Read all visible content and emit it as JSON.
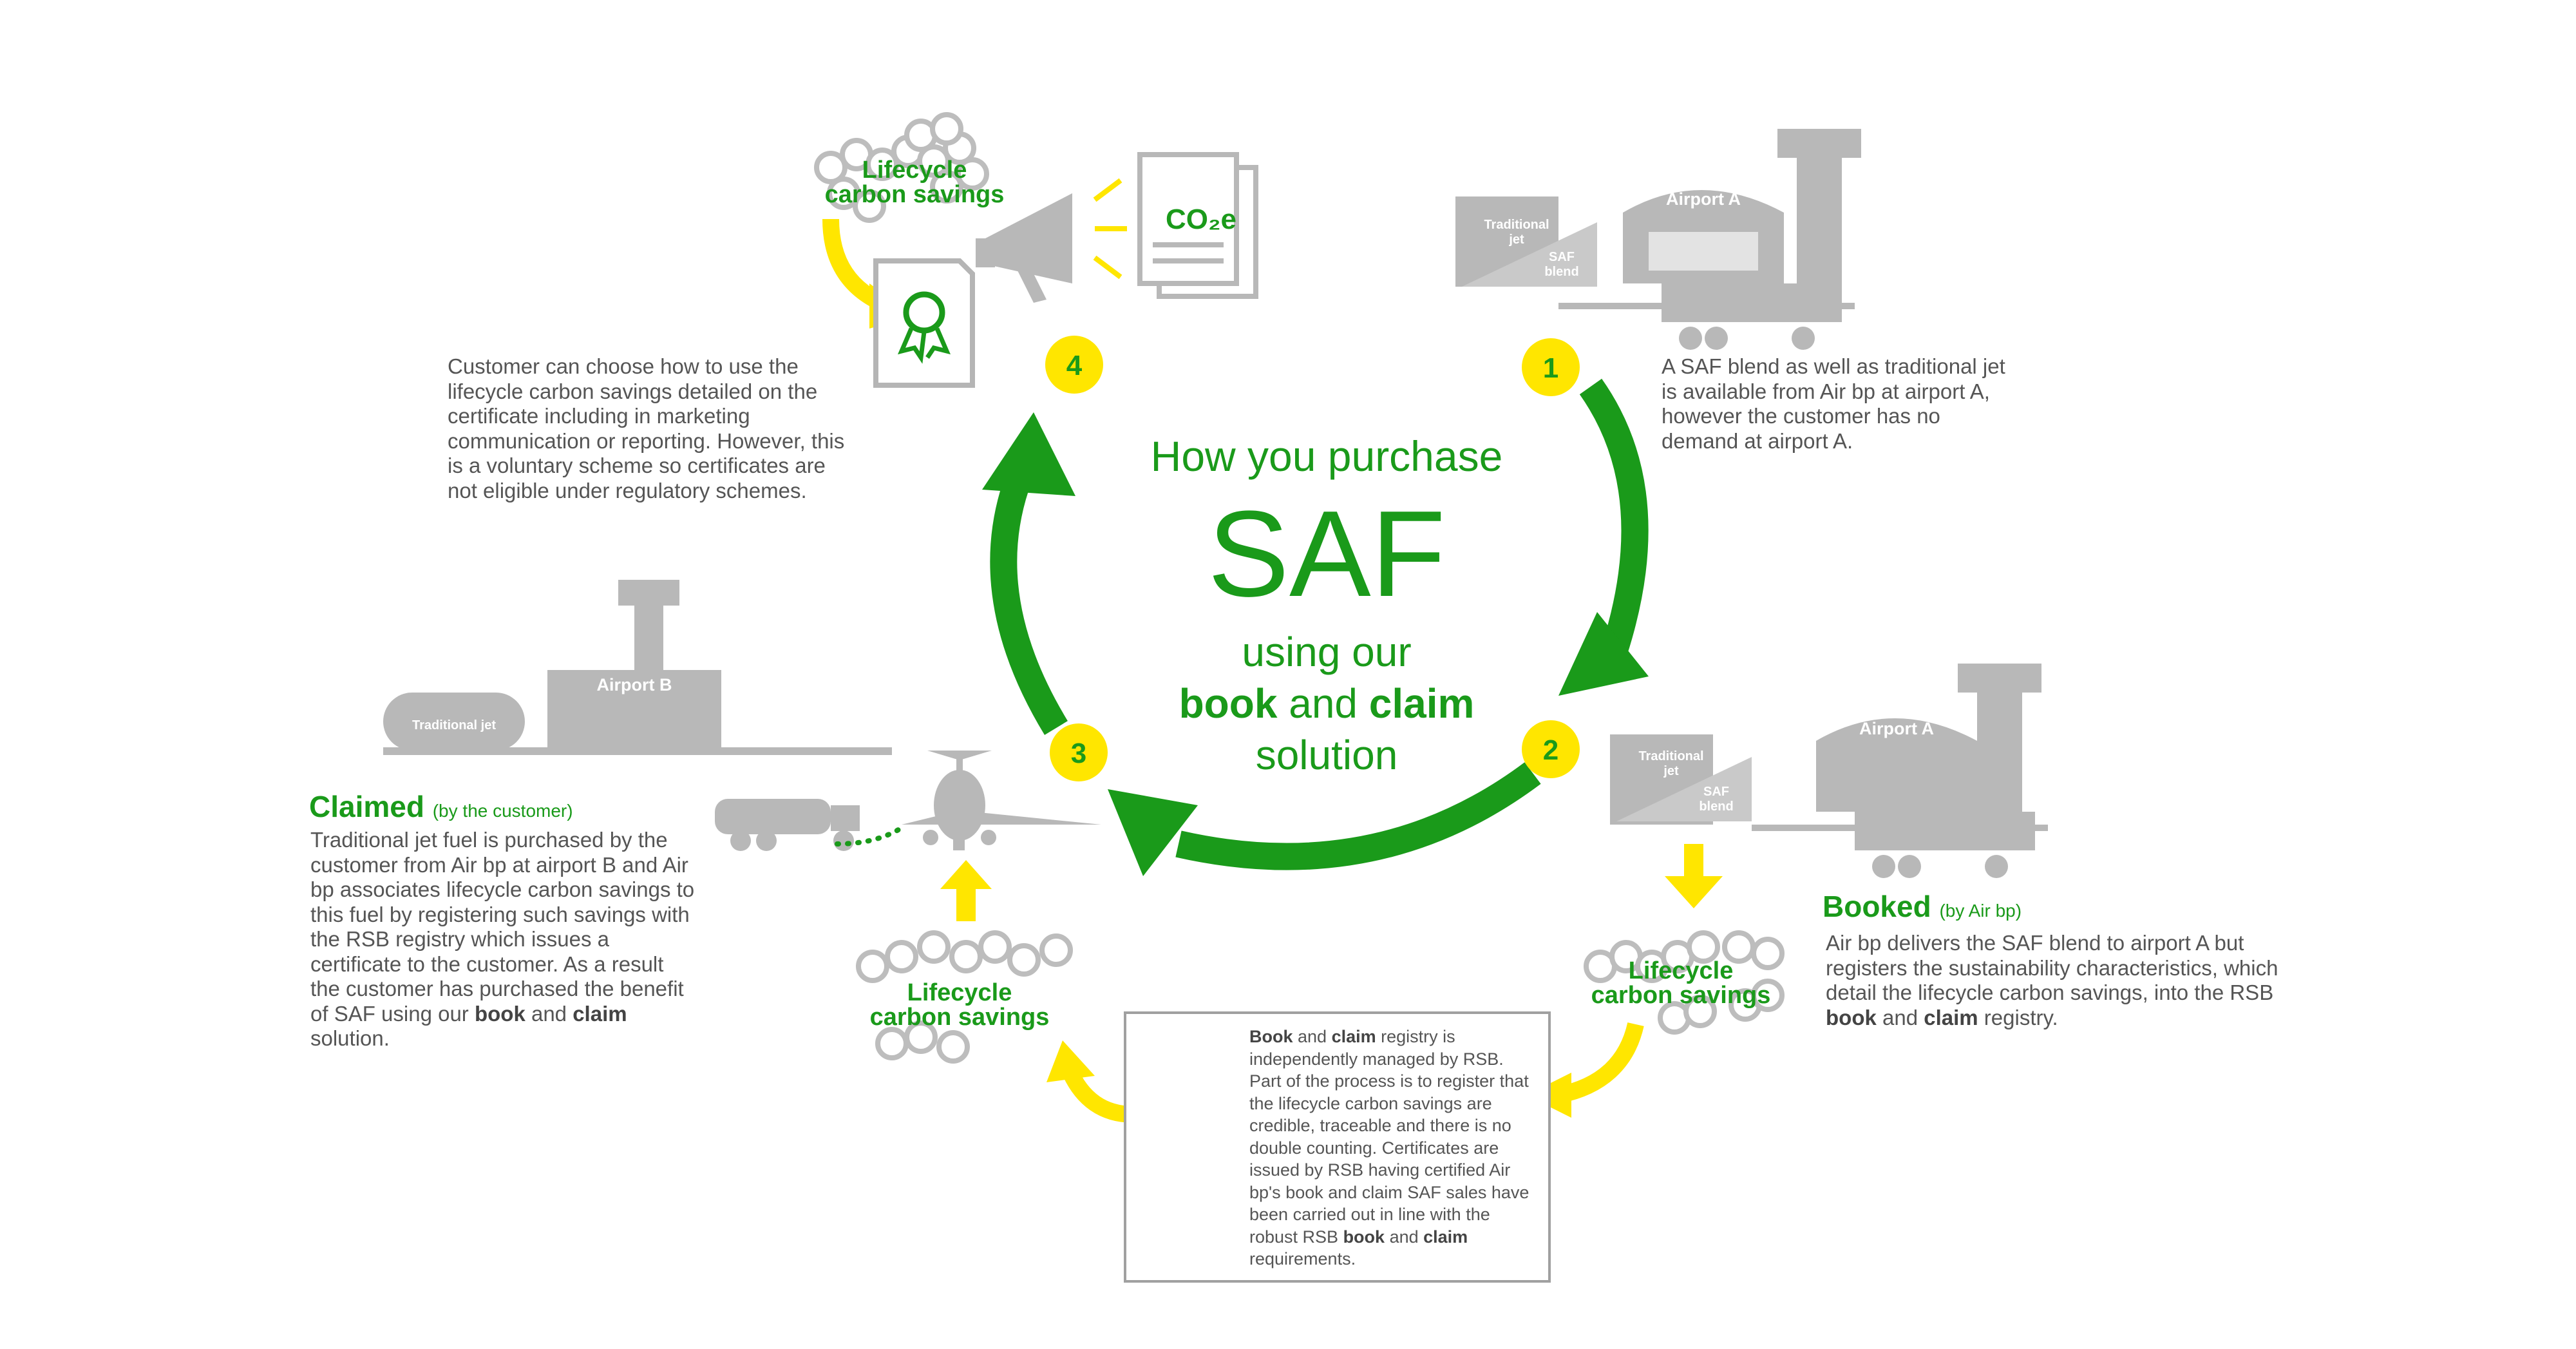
{
  "title": {
    "line1": "How you purchase",
    "line2": "SAF",
    "line3": "using our",
    "line4_a": "book",
    "line4_b": " and ",
    "line4_c": "claim",
    "line5": "solution"
  },
  "steps": [
    "1",
    "2",
    "3",
    "4"
  ],
  "colors": {
    "green": "#1a9a1a",
    "yellow": "#ffe600",
    "grey": "#b5b5b5",
    "text": "#555555"
  },
  "step1": {
    "text": "A SAF blend as well as traditional jet is available from Air bp at airport A, however the customer has no demand at airport A."
  },
  "step2": {
    "title": "Booked",
    "subtitle": "(by Air bp)",
    "text_a": "Air bp delivers the SAF blend to airport A but registers the sustainability characteristics, which detail the lifecycle carbon savings, into the RSB ",
    "bold_book": "book",
    "text_b": " and ",
    "bold_claim": "claim",
    "text_c": " registry."
  },
  "step3": {
    "title": "Claimed",
    "subtitle": "(by the customer)",
    "text_a": "Traditional jet fuel is purchased by the customer from Air bp at airport B and Air bp associates lifecycle carbon savings to this fuel by registering such savings with the RSB registry which issues a certificate to the customer. As a result the customer has purchased the benefit of SAF using our ",
    "bold_book": "book",
    "text_b": " and ",
    "bold_claim": "claim",
    "text_c": " solution."
  },
  "step4": {
    "text": "Customer can choose how to use the lifecycle carbon savings detailed on the certificate including in marketing communication or reporting. However, this is a voluntary scheme so certificates are not eligible under regulatory schemes."
  },
  "registry": {
    "bold_book": "Book",
    "text_a": " and ",
    "bold_claim": "claim",
    "text_b": " registry is independently managed by RSB. Part of the process is to register that the lifecycle carbon savings are credible, traceable and there is no double counting. Certificates are issued by RSB having certified Air bp's book and claim SAF sales have been carried out in line with the robust RSB ",
    "bold_book2": "book",
    "text_c": " and ",
    "bold_claim2": "claim",
    "text_d": " requirements."
  },
  "lifecycle_label_1": "Lifecycle",
  "lifecycle_label_2": "carbon savings",
  "co2_label": "CO₂e",
  "airport_a_label": "Airport A",
  "airport_b_label": "Airport B",
  "traditional_jet_label_1": "Traditional",
  "traditional_jet_label_2": "jet",
  "saf_blend_label_1": "SAF",
  "saf_blend_label_2": "blend",
  "traditional_jet_tank_label": "Traditional jet"
}
